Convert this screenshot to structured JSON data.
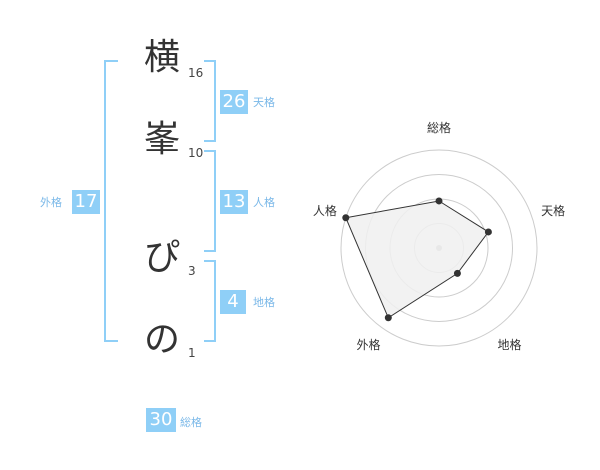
{
  "name_chars": [
    {
      "char": "横",
      "strokes": "16"
    },
    {
      "char": "峯",
      "strokes": "10"
    },
    {
      "char": "ぴ",
      "strokes": "3"
    },
    {
      "char": "の",
      "strokes": "1"
    }
  ],
  "fortunes": {
    "tenkaku": {
      "value": "26",
      "label": "天格"
    },
    "jinkaku": {
      "value": "13",
      "label": "人格"
    },
    "chikaku": {
      "value": "4",
      "label": "地格"
    },
    "gaikaku": {
      "value": "17",
      "label": "外格"
    },
    "soukaku": {
      "value": "30",
      "label": "総格"
    }
  },
  "radar": {
    "axes": [
      "総格",
      "天格",
      "地格",
      "外格",
      "人格"
    ],
    "values": [
      0.48,
      0.53,
      0.32,
      0.88,
      1.0
    ],
    "rings": 4,
    "fill": "#f0f0f0",
    "ring_color": "#cccccc",
    "line_color": "#333333"
  },
  "colors": {
    "accent": "#8fcff7",
    "label": "#7ab8e8"
  }
}
